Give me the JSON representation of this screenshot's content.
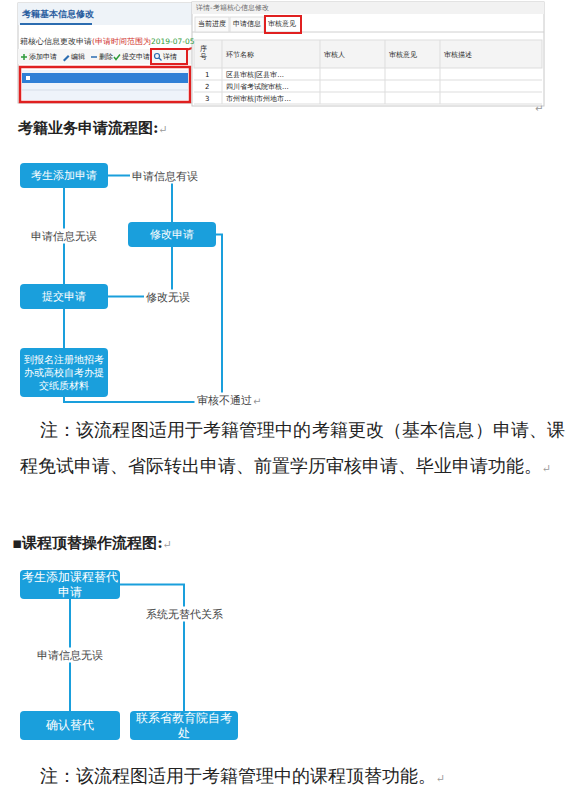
{
  "diagram": {
    "nodes": [
      {
        "text": [
          "考生添加申请"
        ]
      },
      {
        "text": [
          "修改申请"
        ]
      },
      {
        "text": [
          "提交申请"
        ]
      },
      {
        "text": [
          "到报名注册地招考办或高校自考办提交纸质材料"
        ]
      },
      {
        "text": [
          "考生添加课程替代申请"
        ]
      },
      {
        "text": [
          "确认替代"
        ]
      },
      {
        "text": [
          "联系省教育院自考处"
        ]
      }
    ],
    "edges": [
      {
        "from": 0,
        "to": 1,
        "label": "申请信息有误",
        "arrow": "none"
      },
      {
        "from": 0,
        "to": 2,
        "label": "申请信息无误",
        "arrow": "none"
      },
      {
        "from": 1,
        "to": 2,
        "label": "修改无误",
        "arrow": "none"
      },
      {
        "from": 2,
        "to": 3,
        "arrow": "none"
      },
      {
        "from": 3,
        "to": 1,
        "label": "审核不通过",
        "arrow": "none"
      },
      {
        "from": 4,
        "to": 5,
        "label": "申请信息无误",
        "arrow": "none"
      },
      {
        "from": 4,
        "to": 6,
        "label": "系统无替代关系",
        "arrow": "none"
      }
    ],
    "labels": [
      "考籍基本信息修改",
      "籍核心信息更改申请",
      "(申请时间范围为",
      "2019-07-05",
      "添加申请",
      "编辑",
      "删除",
      "提交申请",
      "详情",
      "详情-考籍核心信息修改",
      "当前进度",
      "申请信息",
      "审核意见",
      "序号",
      "环节名称",
      "审核人",
      "审核意见",
      "审核描述",
      "1",
      "区县审核|区县审...",
      "2",
      "四川省考试院审核...",
      "3",
      "市州审核|市州地市...",
      "↵",
      "考籍业务申请流程图:",
      "↵",
      "↵",
      "注：该流程图适用于考籍管理中的考籍更改（基本信息）申请、课程免试申请、省际转出申请、前置学历审核申请、毕业申请功能。",
      "↵",
      "▪课程顶替操作流程图:",
      "↵",
      "注：该流程图适用于考籍管理中的课程顶替功能。",
      "↵"
    ]
  }
}
